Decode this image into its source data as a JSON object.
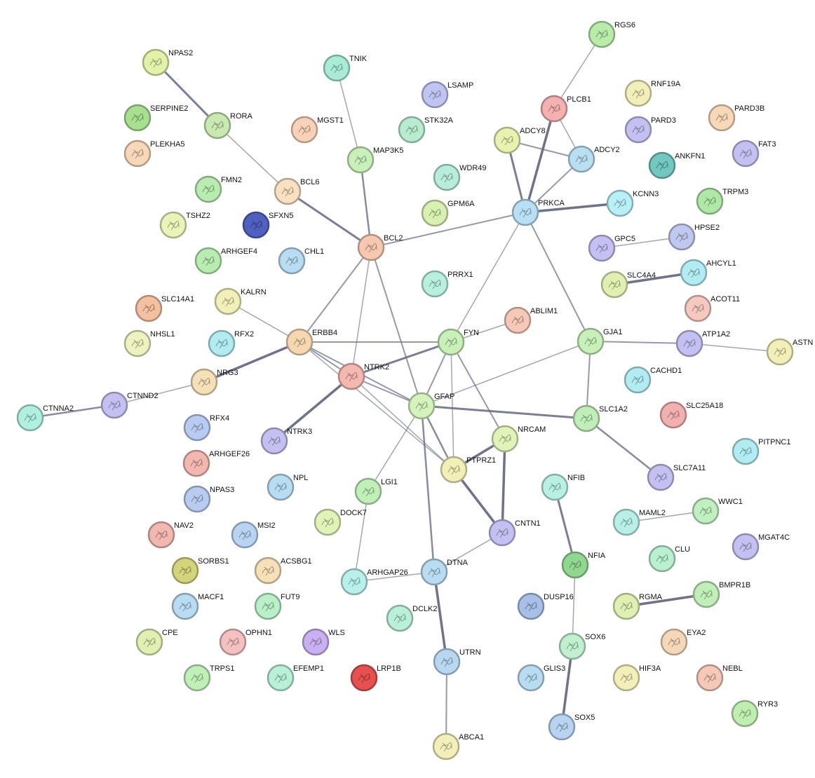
{
  "network": {
    "nodes": [
      {
        "id": "NPAS2",
        "color": "#e2f2a8"
      },
      {
        "id": "RORA",
        "color": "#c8eab0"
      },
      {
        "id": "SERPINE2",
        "color": "#a8e090"
      },
      {
        "id": "PLEKHA5",
        "color": "#f7d8b8"
      },
      {
        "id": "TNIK",
        "color": "#a8ecd8"
      },
      {
        "id": "LSAMP",
        "color": "#c0c4f2"
      },
      {
        "id": "MGST1",
        "color": "#f7d2b8"
      },
      {
        "id": "STK32A",
        "color": "#b8ecd0"
      },
      {
        "id": "MAP3K5",
        "color": "#c8f0b8"
      },
      {
        "id": "RGS6",
        "color": "#b8eca8"
      },
      {
        "id": "RNF19A",
        "color": "#f2f0b8"
      },
      {
        "id": "PLCB1",
        "color": "#f5b0b0"
      },
      {
        "id": "PARD3B",
        "color": "#f7d8b8"
      },
      {
        "id": "PARD3",
        "color": "#c4c0f2"
      },
      {
        "id": "ADCY8",
        "color": "#eaf2b0"
      },
      {
        "id": "ADCY2",
        "color": "#b8e0f2"
      },
      {
        "id": "FAT3",
        "color": "#c4c0f2"
      },
      {
        "id": "ANKFN1",
        "color": "#70c8c0"
      },
      {
        "id": "FMN2",
        "color": "#b8ecb0"
      },
      {
        "id": "BCL6",
        "color": "#f8e0c0"
      },
      {
        "id": "WDR49",
        "color": "#b8ecdc"
      },
      {
        "id": "KCNN3",
        "color": "#b8f0f8"
      },
      {
        "id": "TRPM3",
        "color": "#b0e8a8"
      },
      {
        "id": "TSHZ2",
        "color": "#e8f4b8"
      },
      {
        "id": "SFXN5",
        "color": "#5060c0"
      },
      {
        "id": "GPM6A",
        "color": "#d8f0b0"
      },
      {
        "id": "PRKCA",
        "color": "#b8e0f4"
      },
      {
        "id": "HPSE2",
        "color": "#c0c8f0"
      },
      {
        "id": "BCL2",
        "color": "#f7c8b0"
      },
      {
        "id": "GPC5",
        "color": "#c4c0f2"
      },
      {
        "id": "CHL1",
        "color": "#b8dcf2"
      },
      {
        "id": "ARHGEF4",
        "color": "#b8ecb0"
      },
      {
        "id": "AHCYL1",
        "color": "#b0ecf2"
      },
      {
        "id": "SLC4A4",
        "color": "#e0f0b0"
      },
      {
        "id": "PRRX1",
        "color": "#b8f0e0"
      },
      {
        "id": "KALRN",
        "color": "#f2f0b8"
      },
      {
        "id": "SLC14A1",
        "color": "#f5c0a0"
      },
      {
        "id": "ACOT11",
        "color": "#f5c8c0"
      },
      {
        "id": "ABLIM1",
        "color": "#f5c8b8"
      },
      {
        "id": "NHSL1",
        "color": "#eef2c0"
      },
      {
        "id": "RFX2",
        "color": "#b0ecf2"
      },
      {
        "id": "ERBB4",
        "color": "#f5d8b0"
      },
      {
        "id": "FYN",
        "color": "#c8f0b8"
      },
      {
        "id": "GJA1",
        "color": "#c8f0b8"
      },
      {
        "id": "ATP1A2",
        "color": "#c4c0f2"
      },
      {
        "id": "ASTN",
        "color": "#f2f0b8"
      },
      {
        "id": "NRG3",
        "color": "#f5e0b8"
      },
      {
        "id": "NTRK2",
        "color": "#f5b8b0"
      },
      {
        "id": "CACHD1",
        "color": "#b0ecf2"
      },
      {
        "id": "GFAP",
        "color": "#d4f4bc"
      },
      {
        "id": "CTNND2",
        "color": "#c4c0f2"
      },
      {
        "id": "CTNNA2",
        "color": "#b0f0e0"
      },
      {
        "id": "SLC1A2",
        "color": "#c0eeb8"
      },
      {
        "id": "SLC25A18",
        "color": "#f2b0b0"
      },
      {
        "id": "RFX4",
        "color": "#b8ccf2"
      },
      {
        "id": "NTRK3",
        "color": "#c4c0f2"
      },
      {
        "id": "NRCAM",
        "color": "#e0f4b8"
      },
      {
        "id": "PITPNC1",
        "color": "#b0ecf2"
      },
      {
        "id": "ARHGEF26",
        "color": "#f2b8b0"
      },
      {
        "id": "PTPRZ1",
        "color": "#f2f0b8"
      },
      {
        "id": "SLC7A11",
        "color": "#c4c0f2"
      },
      {
        "id": "NPL",
        "color": "#b8dcf2"
      },
      {
        "id": "LGI1",
        "color": "#c0f0b8"
      },
      {
        "id": "NFIB",
        "color": "#b8f0e4"
      },
      {
        "id": "NPAS3",
        "color": "#b8ccf2"
      },
      {
        "id": "WWC1",
        "color": "#c0f0c0"
      },
      {
        "id": "MAML2",
        "color": "#b8f0e8"
      },
      {
        "id": "DOCK7",
        "color": "#e0f4b8"
      },
      {
        "id": "NAV2",
        "color": "#f2b8b0"
      },
      {
        "id": "MSI2",
        "color": "#b8d4f2"
      },
      {
        "id": "CNTN1",
        "color": "#c4c0f2"
      },
      {
        "id": "MGAT4C",
        "color": "#c4c0f2"
      },
      {
        "id": "NFIA",
        "color": "#90d890"
      },
      {
        "id": "CLU",
        "color": "#b8f0d0"
      },
      {
        "id": "SORBS1",
        "color": "#d4d47c"
      },
      {
        "id": "ACSBG1",
        "color": "#f5e0b8"
      },
      {
        "id": "ARHGAP26",
        "color": "#b8f0ec"
      },
      {
        "id": "DTNA",
        "color": "#b8dcf2"
      },
      {
        "id": "DUSP16",
        "color": "#a8c0e8"
      },
      {
        "id": "BMPR1B",
        "color": "#c0f0b8"
      },
      {
        "id": "MACF1",
        "color": "#b8dcf2"
      },
      {
        "id": "FUT9",
        "color": "#b8f0c8"
      },
      {
        "id": "RGMA",
        "color": "#e0f0b0"
      },
      {
        "id": "DCLK2",
        "color": "#b8f0d8"
      },
      {
        "id": "SOX6",
        "color": "#c0f0d0"
      },
      {
        "id": "CPE",
        "color": "#e0f0b0"
      },
      {
        "id": "OPHN1",
        "color": "#f5c0c0"
      },
      {
        "id": "WLS",
        "color": "#c8b0f2"
      },
      {
        "id": "EYA2",
        "color": "#f5d8b8"
      },
      {
        "id": "UTRN",
        "color": "#b8d8f2"
      },
      {
        "id": "GLIS3",
        "color": "#b8dcf2"
      },
      {
        "id": "HIF3A",
        "color": "#f2f0b8"
      },
      {
        "id": "NEBL",
        "color": "#f5c8b8"
      },
      {
        "id": "TRPS1",
        "color": "#c0f0b8"
      },
      {
        "id": "EFEMP1",
        "color": "#b8f0d8"
      },
      {
        "id": "LRP1B",
        "color": "#e85050"
      },
      {
        "id": "SOX5",
        "color": "#b8d4f2"
      },
      {
        "id": "RYR3",
        "color": "#c0eeb0"
      },
      {
        "id": "ABCA1",
        "color": "#f2f0b8"
      }
    ],
    "edges": [
      [
        "NPAS2",
        "RORA",
        3
      ],
      [
        "RORA",
        "BCL6",
        1.5
      ],
      [
        "BCL6",
        "BCL2",
        3
      ],
      [
        "TNIK",
        "MAP3K5",
        1.5
      ],
      [
        "MAP3K5",
        "BCL2",
        2.5
      ],
      [
        "RGS6",
        "PLCB1",
        1.5
      ],
      [
        "PLCB1",
        "PRKCA",
        3.5
      ],
      [
        "PLCB1",
        "ADCY2",
        1.5
      ],
      [
        "ADCY8",
        "PRKCA",
        3
      ],
      [
        "ADCY8",
        "ADCY2",
        2
      ],
      [
        "ADCY2",
        "PRKCA",
        2
      ],
      [
        "PRKCA",
        "KCNN3",
        3.5
      ],
      [
        "PRKCA",
        "BCL2",
        2
      ],
      [
        "PRKCA",
        "FYN",
        1.5
      ],
      [
        "PRKCA",
        "GJA1",
        2
      ],
      [
        "GPC5",
        "HPSE2",
        1.5
      ],
      [
        "SLC4A4",
        "AHCYL1",
        3.5
      ],
      [
        "BCL2",
        "ERBB4",
        2
      ],
      [
        "BCL2",
        "NTRK2",
        1.5
      ],
      [
        "BCL2",
        "GFAP",
        2
      ],
      [
        "KALRN",
        "ERBB4",
        1.5
      ],
      [
        "ERBB4",
        "FYN",
        2
      ],
      [
        "ERBB4",
        "NTRK2",
        2
      ],
      [
        "ERBB4",
        "GFAP",
        2
      ],
      [
        "ERBB4",
        "PTPRZ1",
        1.5
      ],
      [
        "ERBB4",
        "NRG3",
        3.5
      ],
      [
        "NRG3",
        "CTNND2",
        1.5
      ],
      [
        "CTNND2",
        "CTNNA2",
        2.5
      ],
      [
        "NTRK2",
        "FYN",
        3
      ],
      [
        "NTRK2",
        "NTRK3",
        3.5
      ],
      [
        "NTRK2",
        "GFAP",
        2
      ],
      [
        "NTRK2",
        "PTPRZ1",
        1.5
      ],
      [
        "FYN",
        "ABLIM1",
        1.5
      ],
      [
        "FYN",
        "GFAP",
        2
      ],
      [
        "FYN",
        "PTPRZ1",
        1.5
      ],
      [
        "FYN",
        "NRCAM",
        2
      ],
      [
        "GJA1",
        "GFAP",
        1.5
      ],
      [
        "GJA1",
        "ATP1A2",
        2
      ],
      [
        "ATP1A2",
        "ASTN",
        1.5
      ],
      [
        "GJA1",
        "SLC1A2",
        2
      ],
      [
        "GFAP",
        "SLC1A2",
        3
      ],
      [
        "SLC1A2",
        "SLC7A11",
        2.5
      ],
      [
        "GFAP",
        "PTPRZ1",
        2.5
      ],
      [
        "GFAP",
        "LGI1",
        1.5
      ],
      [
        "GFAP",
        "DTNA",
        2.5
      ],
      [
        "NRCAM",
        "PTPRZ1",
        3.5
      ],
      [
        "NRCAM",
        "CNTN1",
        3.5
      ],
      [
        "PTPRZ1",
        "CNTN1",
        3.5
      ],
      [
        "CNTN1",
        "DTNA",
        1.5
      ],
      [
        "LGI1",
        "ARHGAP26",
        1.5
      ],
      [
        "DTNA",
        "ARHGAP26",
        1.5
      ],
      [
        "DTNA",
        "UTRN",
        3.5
      ],
      [
        "UTRN",
        "ABCA1",
        2
      ],
      [
        "NFIB",
        "NFIA",
        3
      ],
      [
        "NFIA",
        "SOX6",
        1.5
      ],
      [
        "SOX6",
        "SOX5",
        3.5
      ],
      [
        "MAML2",
        "WWC1",
        1.5
      ],
      [
        "RGMA",
        "BMPR1B",
        3.5
      ]
    ]
  }
}
